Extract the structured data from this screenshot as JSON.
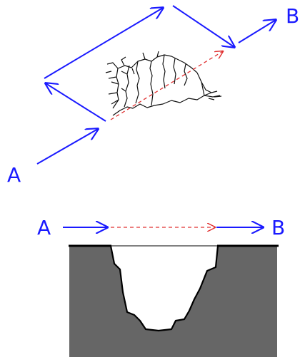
{
  "top_diagram": {
    "start_label": "A",
    "end_label": "B"
  },
  "bottom_diagram": {
    "start_label": "A",
    "end_label": "B"
  },
  "colors": {
    "route_arrow": "#1a1aff",
    "direct_path": "#e03030",
    "crack": "#111111",
    "terrain": "#666666",
    "ground_line": "#000000"
  }
}
